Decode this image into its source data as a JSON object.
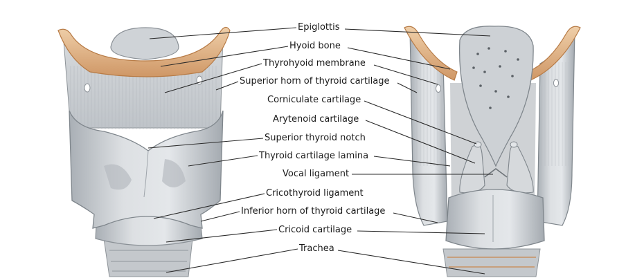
{
  "labels": {
    "epiglottis": "Epiglottis",
    "hyoid_bone": "Hyoid bone",
    "thyrohyoid_membrane": "Thyrohyoid membrane",
    "superior_horn": "Superior horn of thyroid cartilage",
    "corniculate": "Corniculate cartilage",
    "arytenoid": "Arytenoid cartilage",
    "superior_notch": "Superior thyroid notch",
    "lamina": "Thyroid cartilage lamina",
    "vocal_ligament": "Vocal ligament",
    "cricothyroid": "Cricothyroid ligament",
    "inferior_horn": "Inferior horn of thyroid cartilage",
    "cricoid": "Cricoid cartilage",
    "trachea": "Trachea"
  },
  "colors": {
    "cartilage": "#c9cdd1",
    "cartilage_shadow": "#9ea4aa",
    "bone": "#e2b58a",
    "bone_dark": "#c98d5a",
    "leader_line": "#2a2a2a"
  }
}
